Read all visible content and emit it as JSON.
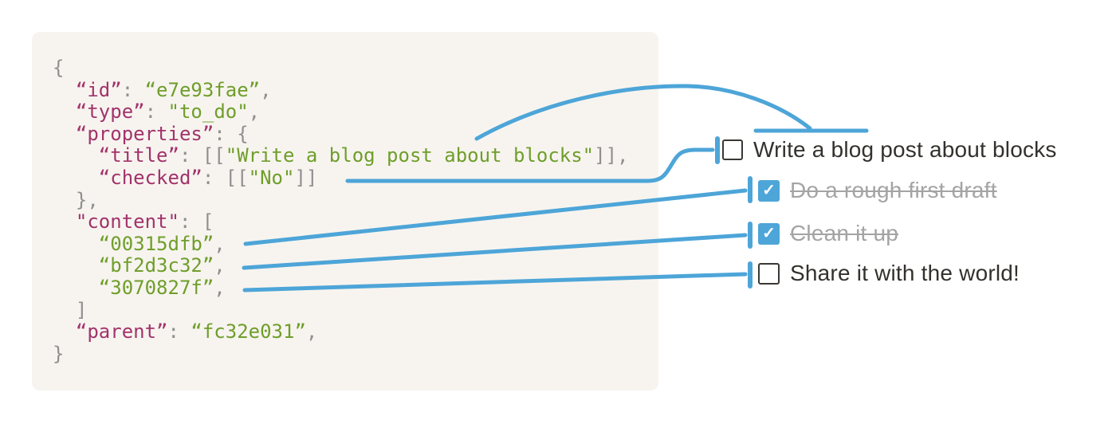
{
  "colors": {
    "accent_blue": "#4da5d8",
    "code_background": "#f7f4ef",
    "code_key": "#a2336b",
    "code_string": "#6f9e2a",
    "code_punctuation": "#8f8f8f",
    "todo_text": "#33312d",
    "todo_done_text": "#a4a4a4",
    "checkbox_border": "#3a3834"
  },
  "code_block": {
    "lines": [
      [
        [
          "punct",
          "{"
        ]
      ],
      [
        [
          "punct",
          "  "
        ],
        [
          "key",
          "“id”"
        ],
        [
          "punct",
          ": "
        ],
        [
          "str",
          "“e7e93fae”"
        ],
        [
          "punct",
          ","
        ]
      ],
      [
        [
          "punct",
          "  "
        ],
        [
          "key",
          "“type”"
        ],
        [
          "punct",
          ": "
        ],
        [
          "str",
          "\"to_do\""
        ],
        [
          "punct",
          ","
        ]
      ],
      [
        [
          "punct",
          "  "
        ],
        [
          "key",
          "“properties”"
        ],
        [
          "punct",
          ": {"
        ]
      ],
      [
        [
          "punct",
          "    "
        ],
        [
          "key",
          "“title”"
        ],
        [
          "punct",
          ": [["
        ],
        [
          "str",
          "\"Write a blog post about blocks\""
        ],
        [
          "punct",
          "]],"
        ]
      ],
      [
        [
          "punct",
          "    "
        ],
        [
          "key",
          "“checked”"
        ],
        [
          "punct",
          ": [["
        ],
        [
          "str",
          "\"No\""
        ],
        [
          "punct",
          "]]"
        ]
      ],
      [
        [
          "punct",
          "  },"
        ]
      ],
      [
        [
          "punct",
          "  "
        ],
        [
          "key",
          "\"content\""
        ],
        [
          "punct",
          ": ["
        ]
      ],
      [
        [
          "punct",
          "    "
        ],
        [
          "str",
          "“00315dfb”"
        ],
        [
          "punct",
          ","
        ]
      ],
      [
        [
          "punct",
          "    "
        ],
        [
          "str",
          "“bf2d3c32”"
        ],
        [
          "punct",
          ","
        ]
      ],
      [
        [
          "punct",
          "    "
        ],
        [
          "str",
          "“3070827f”"
        ],
        [
          "punct",
          ","
        ]
      ],
      [
        [
          "punct",
          "  ]"
        ]
      ],
      [
        [
          "punct",
          "  "
        ],
        [
          "key",
          "“parent”"
        ],
        [
          "punct",
          ": "
        ],
        [
          "str",
          "“fc32e031”"
        ],
        [
          "punct",
          ","
        ]
      ],
      [
        [
          "punct",
          "}"
        ]
      ]
    ]
  },
  "todo_list": {
    "check_glyph": "✓",
    "items": [
      {
        "label": "Write a blog post about blocks",
        "checked": false,
        "completed": false,
        "indented": false
      },
      {
        "label": "Do a rough first draft",
        "checked": true,
        "completed": true,
        "indented": true
      },
      {
        "label": "Clean it up",
        "checked": true,
        "completed": true,
        "indented": true
      },
      {
        "label": "Share it with the world!",
        "checked": false,
        "completed": false,
        "indented": true
      }
    ]
  }
}
